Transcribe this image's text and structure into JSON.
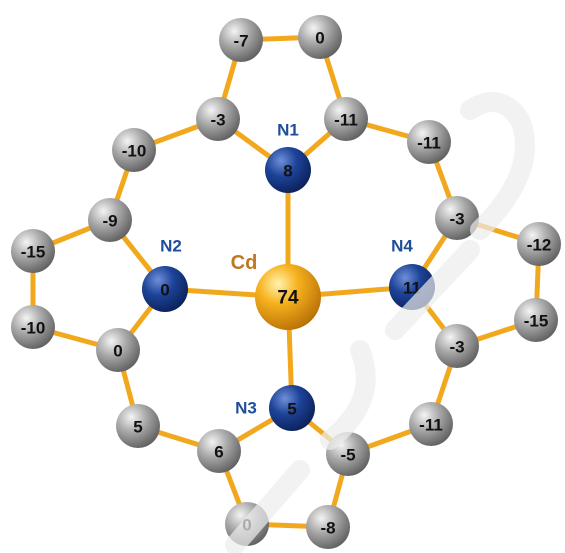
{
  "colors": {
    "bond": "#F2A81D",
    "carbon": "#8E8E8E",
    "nitrogen": "#1B3F8F",
    "metal": "#F5A612",
    "nitrogen_name": "#1E4E9A",
    "metal_name": "#C07820"
  },
  "molecule": {
    "metal": {
      "name": "Cd",
      "value": "74"
    },
    "nitrogens": [
      {
        "id": "N1",
        "name": "N1",
        "value": "8"
      },
      {
        "id": "N2",
        "name": "N2",
        "value": "0"
      },
      {
        "id": "N3",
        "name": "N3",
        "value": "5"
      },
      {
        "id": "N4",
        "name": "N4",
        "value": "11"
      }
    ],
    "carbons": [
      {
        "id": "c1",
        "value": "-7"
      },
      {
        "id": "c2",
        "value": "0"
      },
      {
        "id": "c3",
        "value": "-3"
      },
      {
        "id": "c4",
        "value": "-11"
      },
      {
        "id": "c5",
        "value": "-10"
      },
      {
        "id": "c6",
        "value": "-11"
      },
      {
        "id": "c7",
        "value": "-9"
      },
      {
        "id": "c8",
        "value": "-3"
      },
      {
        "id": "c9",
        "value": "-15"
      },
      {
        "id": "c10",
        "value": "-12"
      },
      {
        "id": "c11",
        "value": "-10"
      },
      {
        "id": "c12",
        "value": "-15"
      },
      {
        "id": "c13",
        "value": "0"
      },
      {
        "id": "c14",
        "value": "-3"
      },
      {
        "id": "c15",
        "value": "5"
      },
      {
        "id": "c16",
        "value": "6"
      },
      {
        "id": "c17",
        "value": "-5"
      },
      {
        "id": "c18",
        "value": "-11"
      },
      {
        "id": "c19",
        "value": "0"
      },
      {
        "id": "c20",
        "value": "-8"
      }
    ]
  }
}
